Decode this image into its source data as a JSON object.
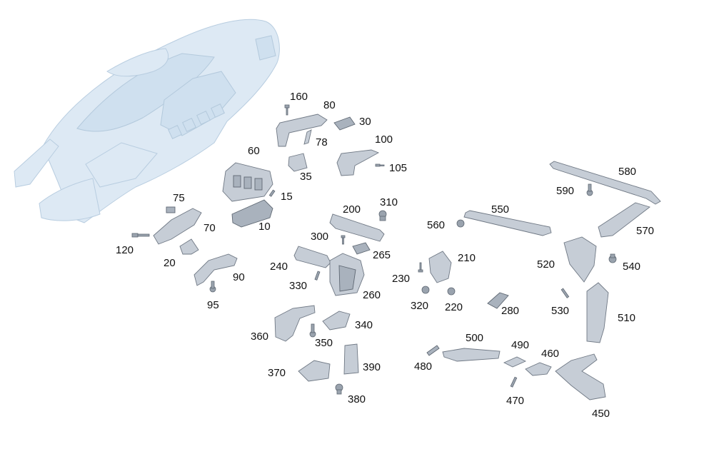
{
  "diagram": {
    "labels": [
      "160",
      "80",
      "30",
      "78",
      "100",
      "60",
      "35",
      "105",
      "75",
      "15",
      "310",
      "580",
      "200",
      "590",
      "70",
      "10",
      "550",
      "300",
      "560",
      "570",
      "120",
      "265",
      "210",
      "20",
      "240",
      "520",
      "540",
      "230",
      "90",
      "330",
      "260",
      "320",
      "220",
      "280",
      "530",
      "510",
      "95",
      "340",
      "360",
      "350",
      "500",
      "490",
      "480",
      "460",
      "390",
      "370",
      "380",
      "470",
      "450"
    ]
  }
}
